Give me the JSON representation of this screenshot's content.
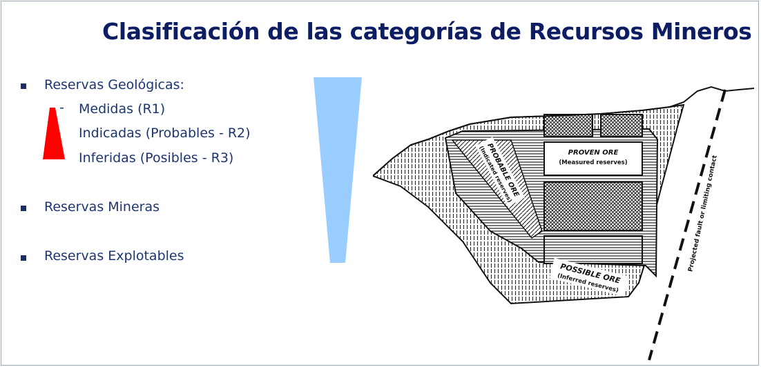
{
  "title": "Clasificación de las categorías de Recursos Mineros",
  "bullets": [
    {
      "label": "Reservas Geológicas:",
      "subitems": [
        "Medidas  (R1)",
        "Indicadas (Probables - R2)",
        "Inferidas (Posibles - R3)"
      ]
    },
    {
      "label": "Reservas Mineras"
    },
    {
      "label": "Reservas Explotables"
    }
  ],
  "colors": {
    "title": "#0d1d63",
    "text": "#1c3570",
    "red_wedge": "#ff0000",
    "blue_wedge": "#99ccff"
  },
  "diagram": {
    "proven_label": "PROVEN ORE",
    "proven_sub": "(Measured reserves)",
    "probable_label": "PROBABLE ORE",
    "probable_sub": "(Indicated reserves)",
    "possible_label": "POSSIBLE ORE",
    "possible_sub": "(Inferred reserves)",
    "fault_label": "Projected fault or limiting contact"
  }
}
